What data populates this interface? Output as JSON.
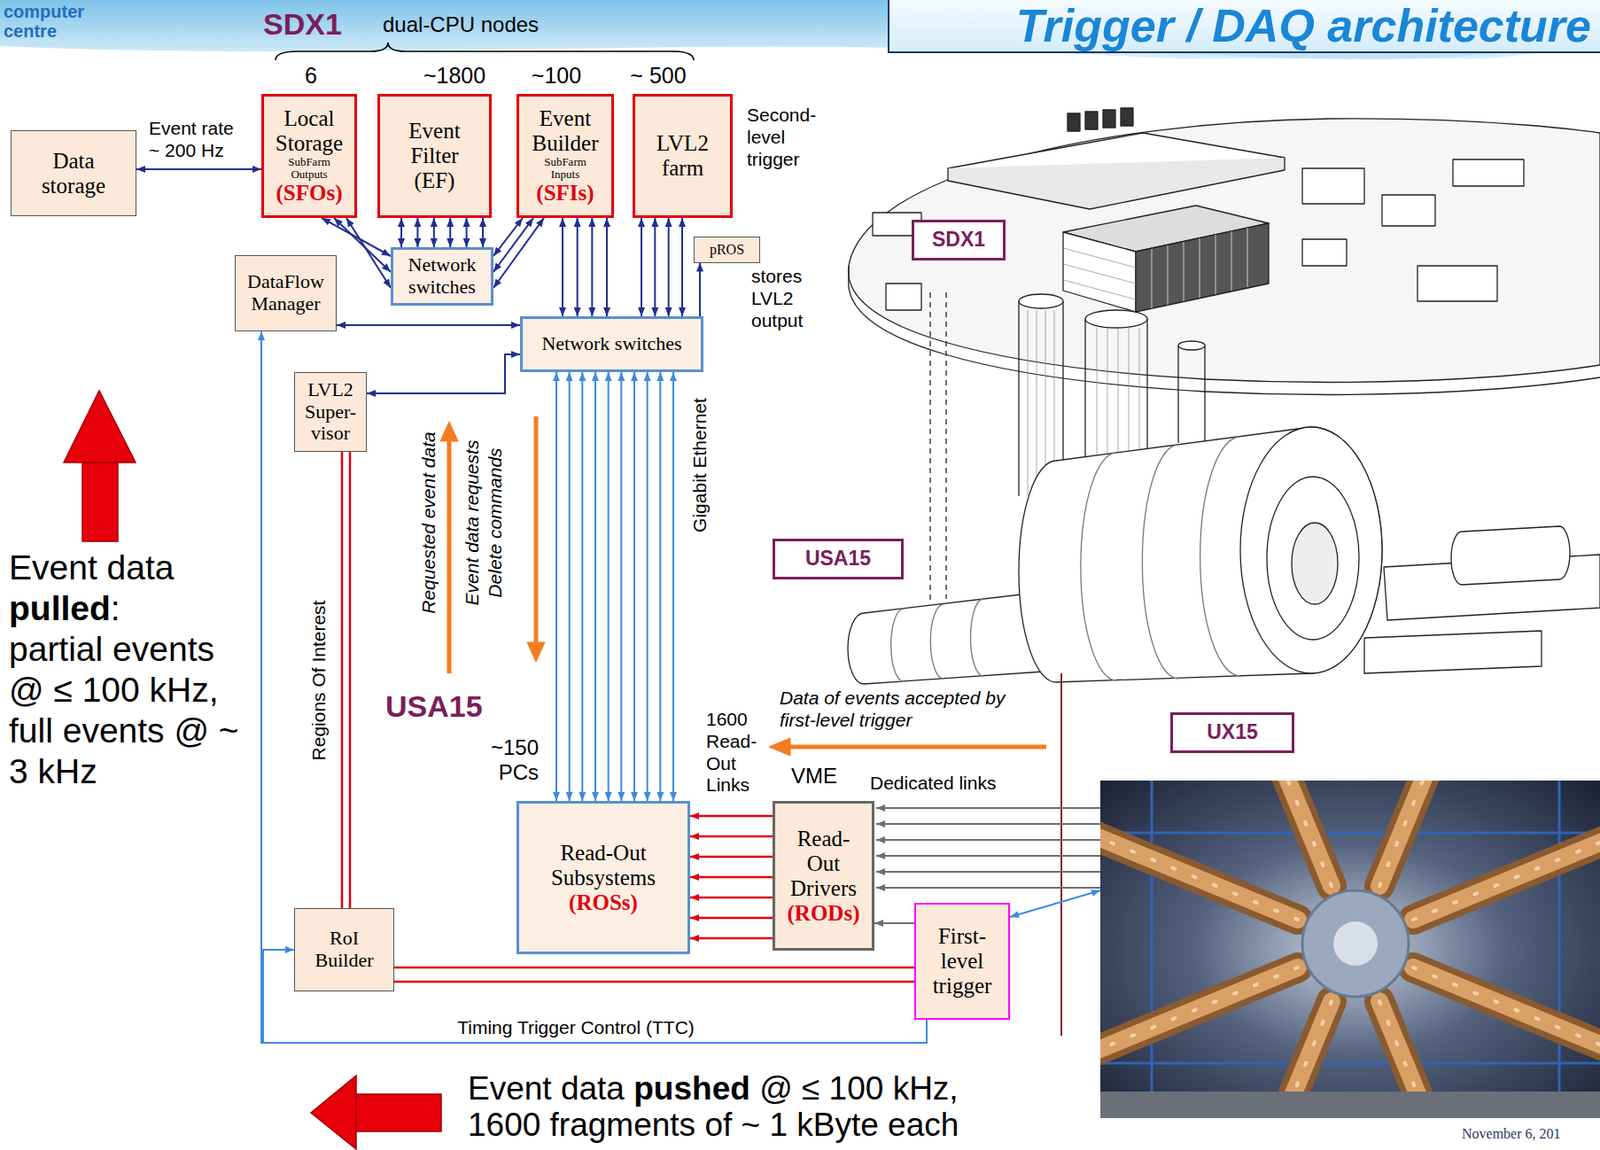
{
  "diagram": {
    "title": "Trigger / DAQ architecture",
    "nodes": [
      {
        "text": [
          "Data storage"
        ]
      },
      {
        "text": [
          "Local Storage",
          "SubFarm Outputs",
          "(SFOs)"
        ]
      },
      {
        "text": [
          "Event Filter (EF)"
        ]
      },
      {
        "text": [
          "Event Builder",
          "SubFarm Inputs",
          "(SFIs)"
        ]
      },
      {
        "text": [
          "LVL2 farm"
        ]
      },
      {
        "text": [
          "pROS"
        ]
      },
      {
        "text": [
          "DataFlow Manager"
        ]
      },
      {
        "text": [
          "Network switches"
        ]
      },
      {
        "text": [
          "Network switches"
        ]
      },
      {
        "text": [
          "LVL2 Super- visor"
        ]
      },
      {
        "text": [
          "Read-Out Subsystems",
          "(ROSs)"
        ]
      },
      {
        "text": [
          "Read- Out Drivers",
          "(RODs)"
        ]
      },
      {
        "text": [
          "RoI Builder"
        ]
      },
      {
        "text": [
          "First- level trigger"
        ]
      },
      {
        "text": [
          "SDX1"
        ]
      },
      {
        "text": [
          "USA15"
        ]
      },
      {
        "text": [
          "UX15"
        ]
      }
    ],
    "edges": [
      {
        "from": 0,
        "to": 1,
        "arrow": "both",
        "label": "Event rate ~ 200 Hz"
      },
      {
        "from": 1,
        "to": 7,
        "arrow": "both"
      },
      {
        "from": 2,
        "to": 7,
        "arrow": "both"
      },
      {
        "from": 3,
        "to": 7,
        "arrow": "both"
      },
      {
        "from": 3,
        "to": 8,
        "arrow": "both"
      },
      {
        "from": 4,
        "to": 8,
        "arrow": "both"
      },
      {
        "from": 8,
        "to": 5,
        "arrow": "to"
      },
      {
        "from": 6,
        "to": 8,
        "arrow": "both"
      },
      {
        "from": 9,
        "to": 8,
        "arrow": "both"
      },
      {
        "from": 8,
        "to": 10,
        "arrow": "both"
      },
      {
        "from": 11,
        "to": 10,
        "arrow": "to"
      },
      {
        "from": 13,
        "to": 11,
        "arrow": "to"
      },
      {
        "from": 13,
        "to": 12,
        "arrow": "none"
      },
      {
        "from": 12,
        "to": 9,
        "arrow": "none",
        "label": "Regions Of Interest"
      },
      {
        "from": 13,
        "to": 12,
        "arrow": "to"
      },
      {
        "from": 13,
        "to": 6,
        "arrow": "to",
        "label": "Timing Trigger Control (TTC)"
      }
    ],
    "labels": [
      "computer centre",
      "SDX1",
      "dual-CPU nodes",
      "6",
      "~1800",
      "~100",
      "~ 500",
      "Second- level trigger",
      "stores LVL2 output",
      "Gigabit Ethernet",
      "Requested event data",
      "Event data requests",
      "Delete commands",
      "USA15",
      "~150 PCs",
      "1600 Read- Out Links",
      "VME",
      "Dedicated links",
      "Data of events accepted by first-level trigger",
      "Event data",
      "pulled",
      ":",
      "partial events @ ≤ 100 kHz, full events @ ~ 3 kHz",
      "Event data",
      "pushed",
      "@ ≤ 100 kHz, 1600 fragments of ~ 1 kByte each",
      "November 6, 201"
    ]
  }
}
